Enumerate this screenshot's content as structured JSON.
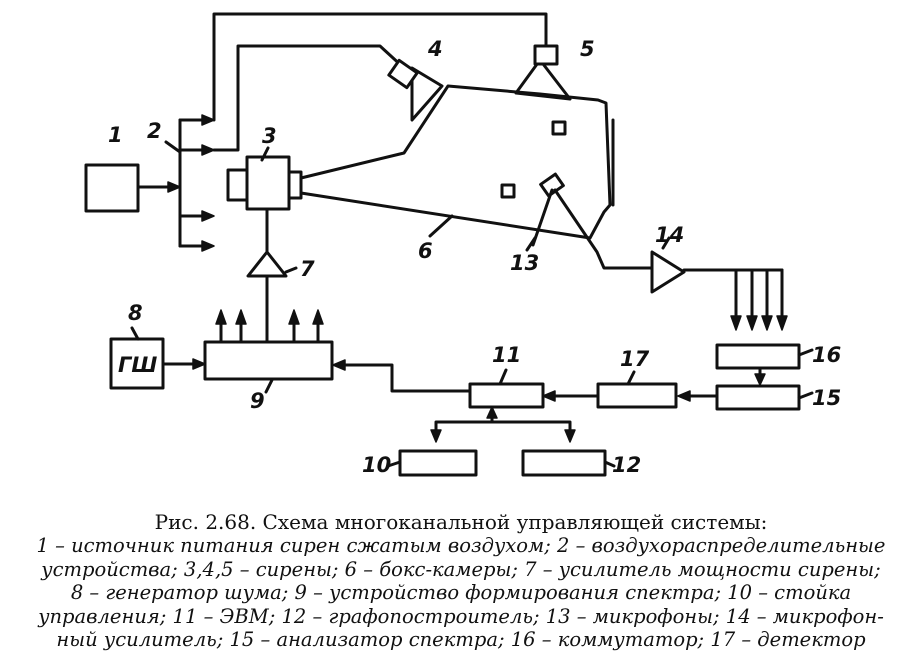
{
  "diagram": {
    "labels": {
      "n1": "1",
      "n2": "2",
      "n3": "3",
      "n4": "4",
      "n5": "5",
      "n6": "6",
      "n7": "7",
      "n8": "8",
      "n9": "9",
      "n10": "10",
      "n11": "11",
      "n12": "12",
      "n13": "13",
      "n14": "14",
      "n15": "15",
      "n16": "16",
      "n17": "17",
      "gsh": "ГШ"
    }
  },
  "caption": {
    "title": "Рис. 2.68. Схема многоканальной управляющей системы:",
    "lines": [
      "1 – источник питания сирен сжатым воздухом; 2 – воздухораспределительные",
      "устройства; 3,4,5 – сирены; 6 – бокс-камеры; 7 – усилитель мощности сирены;",
      "8 – генератор шума; 9 – устройство формирования спектра; 10 – стойка",
      "управления; 11 – ЭВМ; 12 – графопостроитель; 13 – микрофоны; 14 – микрофон-",
      "ный усилитель; 15 – анализатор спектра; 16 – коммутатор; 17 – детектор"
    ]
  }
}
